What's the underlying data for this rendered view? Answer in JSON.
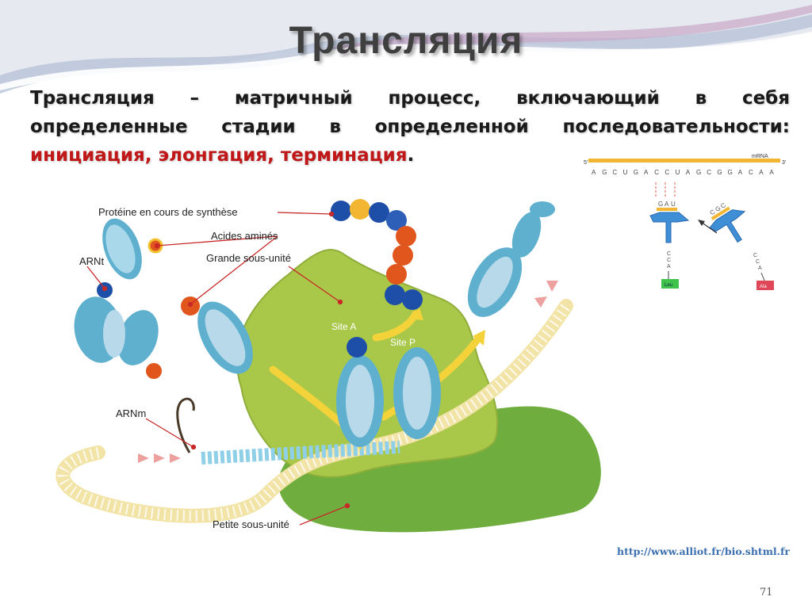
{
  "slide": {
    "title": "Трансляция",
    "description": {
      "line1": [
        "Трансляция",
        "–",
        "матричный",
        "процесс,",
        "включающий",
        "в",
        "себя"
      ],
      "line2": [
        "определенные",
        "стадии",
        "в",
        "определенной",
        "последовательности:"
      ],
      "stages": "инициация, элонгация, терминация",
      "stages_end": "."
    },
    "source_link": "http://www.alliot.fr/bio.shtml.fr",
    "page_number": "71"
  },
  "main_diagram": {
    "labels": {
      "protein": "Protéine en cours de synthèse",
      "amino_acids": "Acides aminés",
      "large_subunit": "Grande sous-unité",
      "trna": "ARNt",
      "site_a": "Site A",
      "site_p": "Site P",
      "mrna": "ARNm",
      "small_subunit": "Petite sous-unité"
    },
    "colors": {
      "large_subunit": "#a9c84a",
      "small_subunit": "#6fae3e",
      "trna": "#5fb0cf",
      "amino_orange": "#e0561d",
      "amino_blue": "#1e4fa8",
      "arrow": "#f4d23a"
    }
  },
  "trna_diagram": {
    "mrna_label": "mRNA",
    "end5": "5'",
    "end3": "3'",
    "mrna_sequence": [
      "A",
      "G",
      "C",
      "U",
      "G",
      "A",
      "C",
      "C",
      "U",
      "A",
      "G",
      "C",
      "G",
      "G",
      "A",
      "C",
      "A",
      "A"
    ],
    "anticodon1": [
      "G",
      "A",
      "U"
    ],
    "anticodon2": [
      "C",
      "G",
      "C"
    ],
    "cca1": [
      "C",
      "C",
      "A"
    ],
    "cca2": [
      "C",
      "C",
      "A"
    ],
    "amino1": "Leu",
    "amino2": "Ala",
    "colors": {
      "trna": "#3f8fd6",
      "leu": "#3fc34a",
      "ala": "#e0485a",
      "codon": "#f2b632"
    }
  }
}
